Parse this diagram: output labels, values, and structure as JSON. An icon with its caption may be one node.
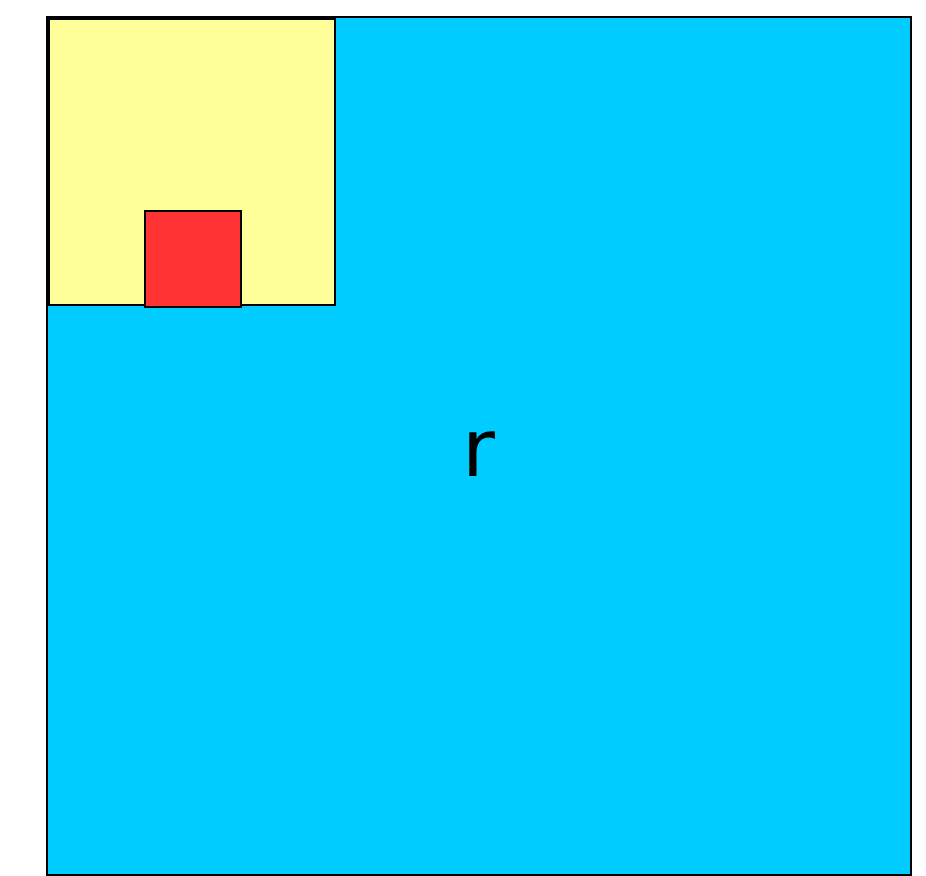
{
  "diagram": {
    "nodes": [
      {
        "text": [
          "r"
        ]
      },
      {
        "text": [],
        "shape": "box",
        "in": 0
      },
      {
        "text": [],
        "shape": "box",
        "in": 1
      }
    ]
  }
}
